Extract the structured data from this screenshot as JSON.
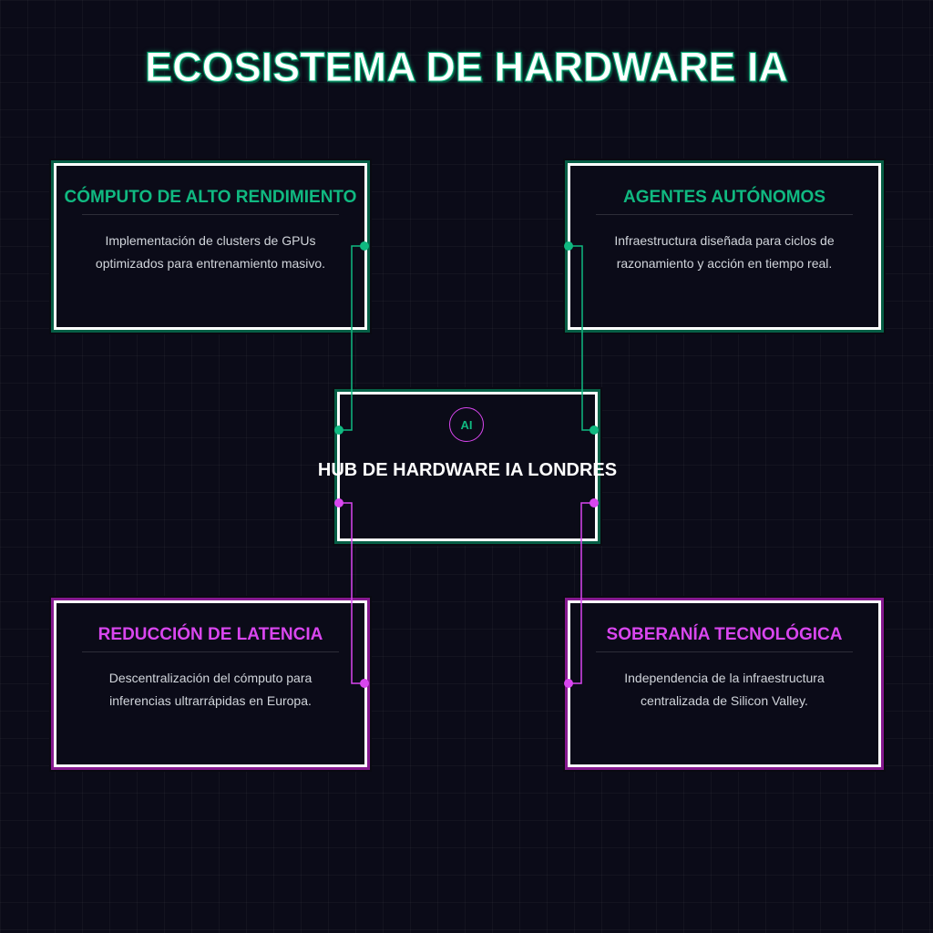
{
  "title": "ECOSISTEMA DE HARDWARE IA",
  "colors": {
    "green": "#10b981",
    "magenta": "#d946ef",
    "background": "#0b0b18"
  },
  "cards": [
    {
      "title": "CÓMPUTO DE ALTO RENDIMIENTO",
      "description": "Implementación de clusters de GPUs optimizados para entrenamiento masivo."
    },
    {
      "title": "AGENTES AUTÓNOMOS",
      "description": "Infraestructura diseñada para ciclos de razonamiento y acción en tiempo real."
    },
    {
      "title": "REDUCCIÓN DE LATENCIA",
      "description": "Descentralización del cómputo para inferencias ultrarrápidas en Europa."
    },
    {
      "title": "SOBERANÍA TECNOLÓGICA",
      "description": "Independencia de la infraestructura centralizada de Silicon Valley."
    }
  ],
  "hub": {
    "badge": "AI",
    "title": "HUB DE HARDWARE IA LONDRES"
  }
}
